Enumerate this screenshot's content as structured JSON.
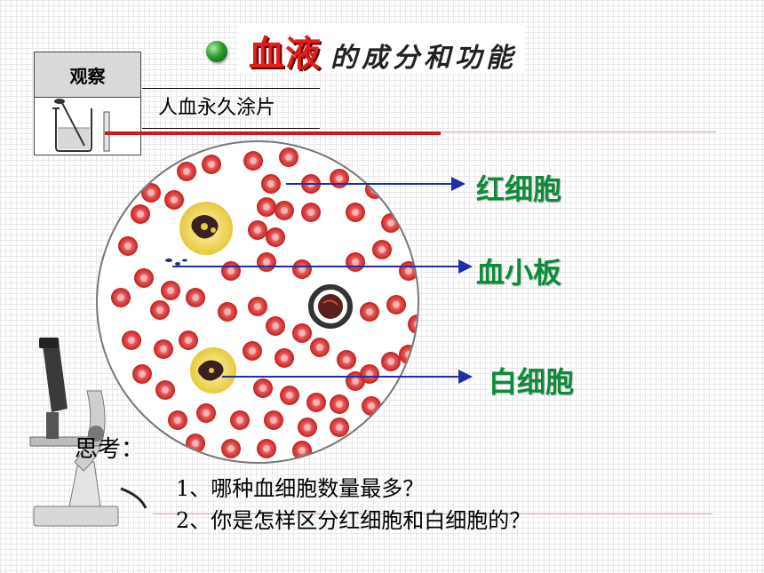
{
  "title": {
    "highlight": "血液",
    "rest": "的成分和功能"
  },
  "observe": {
    "label": "观察",
    "subject": "人血永久涂片"
  },
  "labels": {
    "red_cell": "红细胞",
    "platelet": "血小板",
    "white_cell": "白细胞"
  },
  "think": {
    "label": "思考：",
    "q1": "1、哪种血细胞数量最多？",
    "q2": "2、你是怎样区分红细胞和白细胞的？"
  },
  "colors": {
    "red_cell": "#d42a2a",
    "label_green": "#0d8a3a",
    "arrow_blue": "#1f2ea8",
    "accent_red": "#cc1a1a"
  }
}
